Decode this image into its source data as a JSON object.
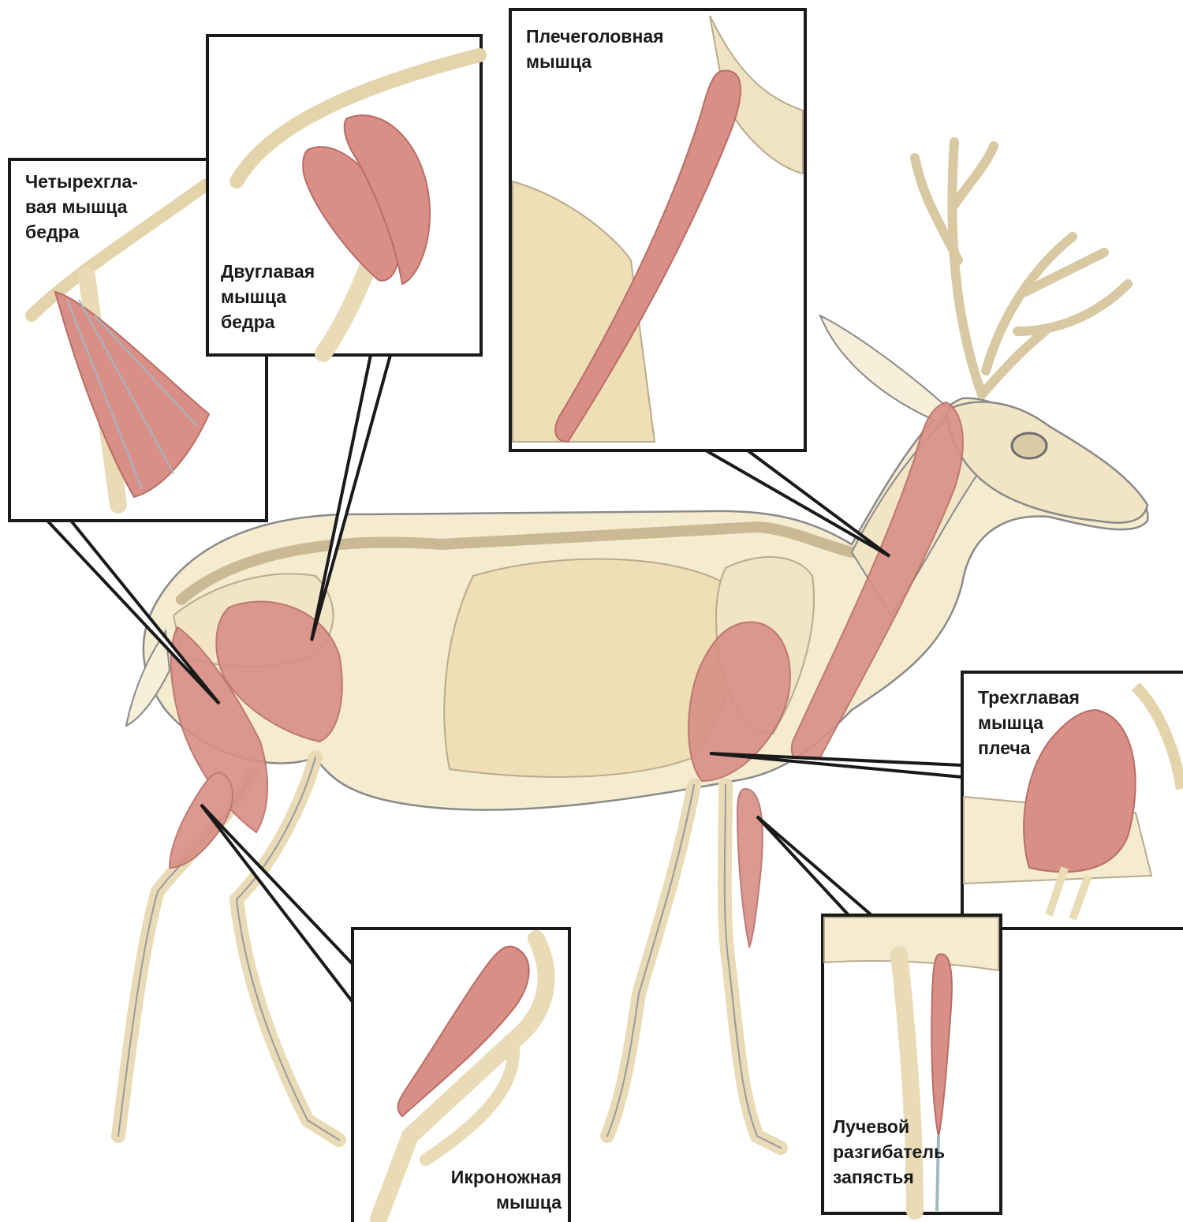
{
  "colors": {
    "background": "#ffffff",
    "bone": "#f2e5c6",
    "bone_outline": "#b9ab8d",
    "body_fill": "#f5ebcf",
    "muscle": "#d98f86",
    "muscle_stroke": "#b86d66",
    "tendon": "#9fb8c4",
    "frame": "#1a1a1a",
    "pencil": "#8a8a8a"
  },
  "labels": {
    "quadriceps": "Четырехгла-\nвая мышца\nбедра",
    "biceps_femoris": "Двуглавая\nмышца\nбедра",
    "brachiocephalicus": "Плечеголовная\nмышца",
    "triceps": "Трехглавая\nмышца\nплеча",
    "gastrocnemius": "Икроножная\nмышца",
    "carpi_radialis": "Лучевой\nразгибатель\nзапястья"
  }
}
